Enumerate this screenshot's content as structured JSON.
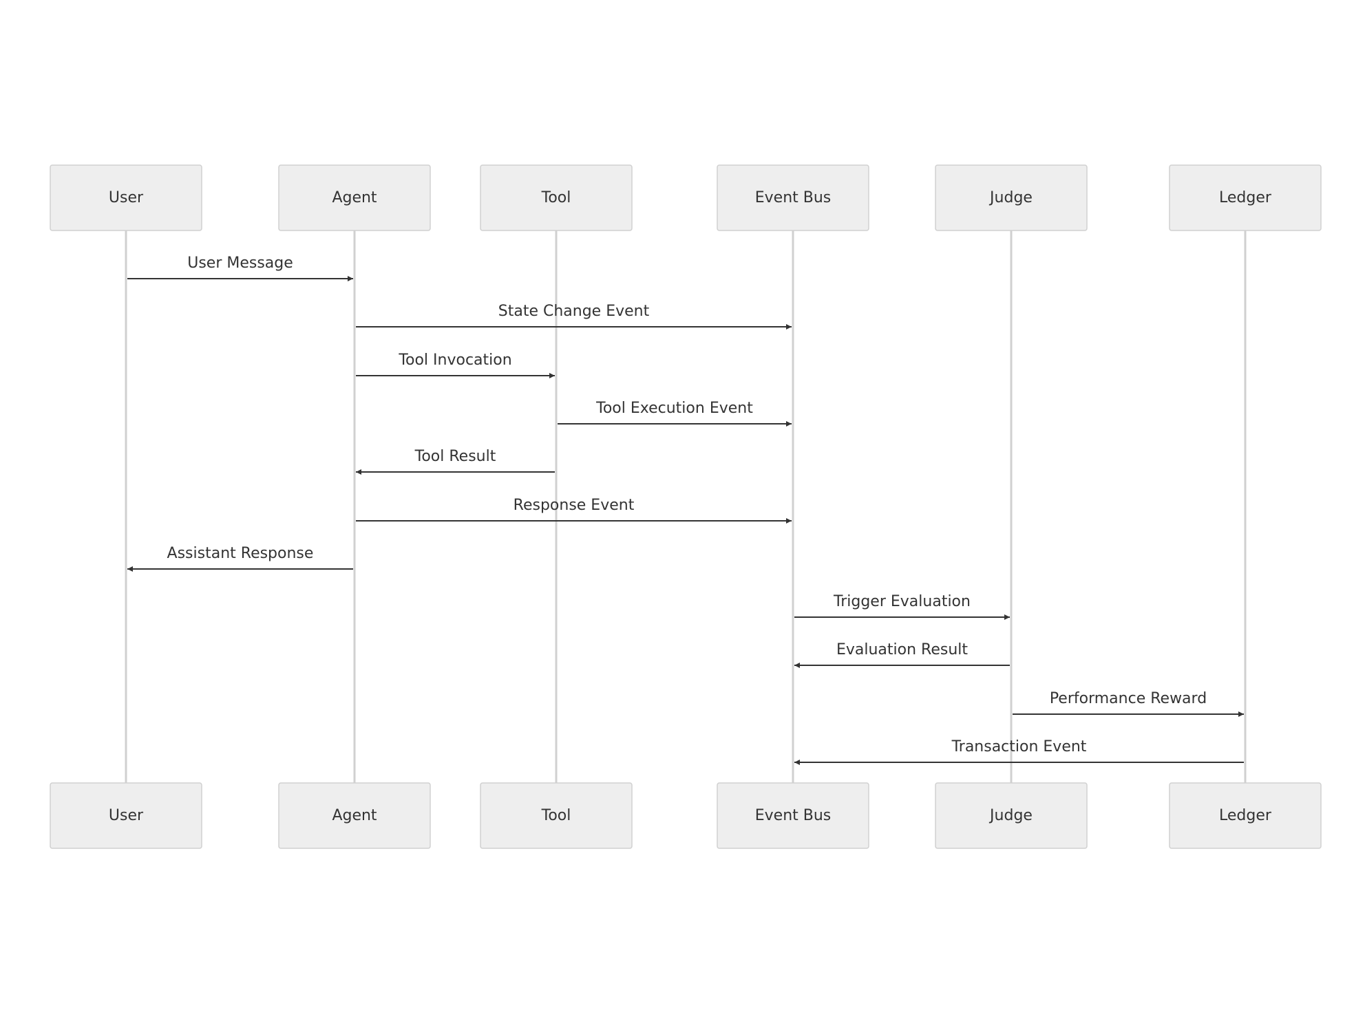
{
  "participants": [
    "User",
    "Agent",
    "Tool",
    "Event Bus",
    "Judge",
    "Ledger"
  ],
  "messages": [
    {
      "from": "User",
      "to": "Agent",
      "label": "User Message"
    },
    {
      "from": "Agent",
      "to": "Event Bus",
      "label": "State Change Event"
    },
    {
      "from": "Agent",
      "to": "Tool",
      "label": "Tool Invocation"
    },
    {
      "from": "Tool",
      "to": "Event Bus",
      "label": "Tool Execution Event"
    },
    {
      "from": "Tool",
      "to": "Agent",
      "label": "Tool Result"
    },
    {
      "from": "Agent",
      "to": "Event Bus",
      "label": "Response Event"
    },
    {
      "from": "Agent",
      "to": "User",
      "label": "Assistant Response"
    },
    {
      "from": "Event Bus",
      "to": "Judge",
      "label": "Trigger Evaluation"
    },
    {
      "from": "Judge",
      "to": "Event Bus",
      "label": "Evaluation Result"
    },
    {
      "from": "Judge",
      "to": "Ledger",
      "label": "Performance Reward"
    },
    {
      "from": "Ledger",
      "to": "Event Bus",
      "label": "Transaction Event"
    }
  ],
  "colors": {
    "actor_fill": "#eeeeee",
    "actor_border": "#d0d0d0",
    "lifeline": "#d0d0d0",
    "arrow": "#333333",
    "text": "#333333"
  }
}
